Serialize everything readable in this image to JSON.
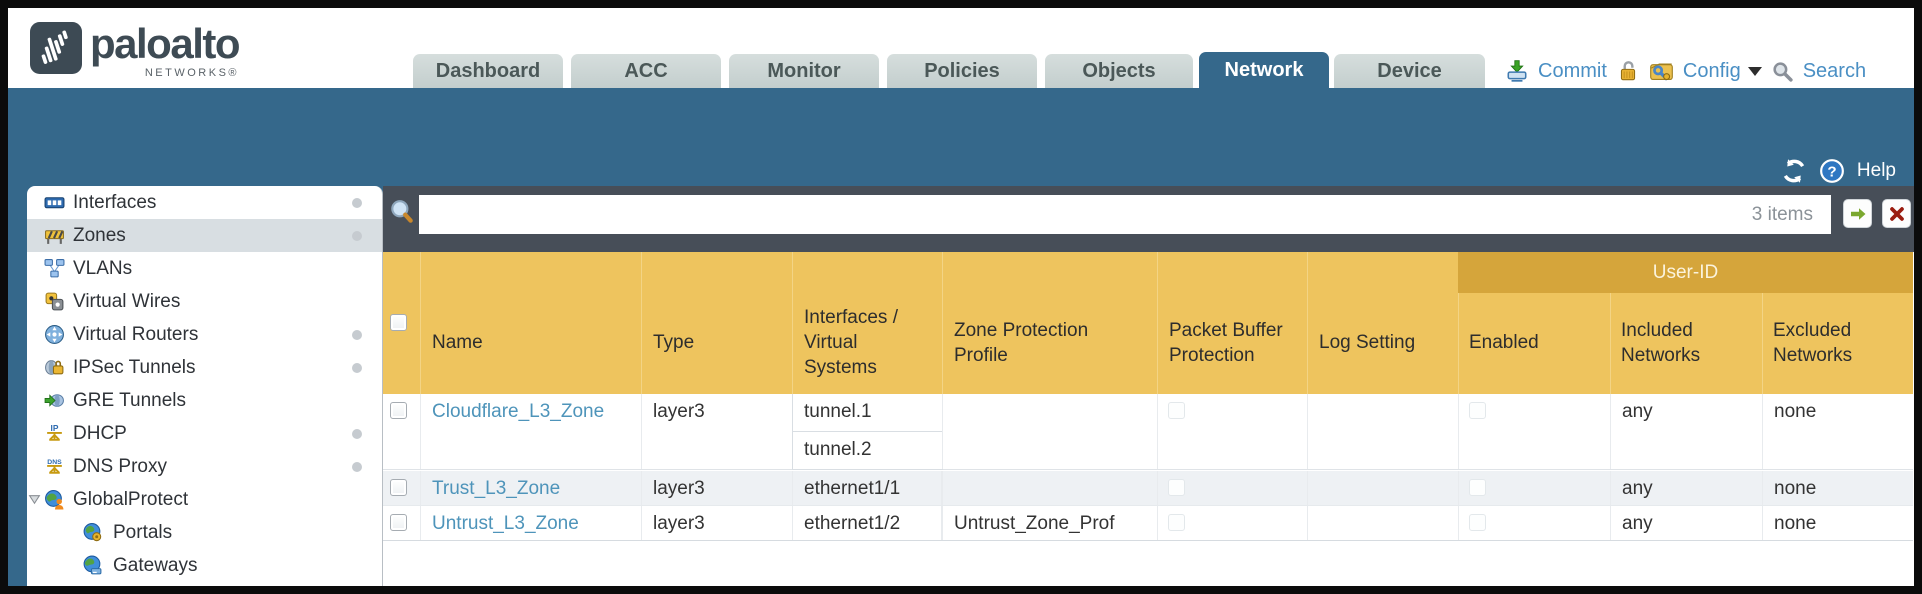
{
  "brand": {
    "name": "paloalto",
    "subtitle": "NETWORKS®"
  },
  "nav": {
    "active_tab": "Network",
    "tabs": [
      {
        "label": "Dashboard"
      },
      {
        "label": "ACC"
      },
      {
        "label": "Monitor"
      },
      {
        "label": "Policies"
      },
      {
        "label": "Objects"
      },
      {
        "label": "Network"
      },
      {
        "label": "Device"
      }
    ]
  },
  "toolbar": {
    "commit_label": "Commit",
    "config_label": "Config",
    "search_label": "Search"
  },
  "banner": {
    "help_label": "Help"
  },
  "sidebar": {
    "items": [
      {
        "label": "Interfaces",
        "icon": "interfaces-icon",
        "dot": true
      },
      {
        "label": "Zones",
        "icon": "zones-icon",
        "dot": true,
        "selected": true
      },
      {
        "label": "VLANs",
        "icon": "vlans-icon",
        "dot": false
      },
      {
        "label": "Virtual Wires",
        "icon": "virtual-wires-icon",
        "dot": false
      },
      {
        "label": "Virtual Routers",
        "icon": "virtual-routers-icon",
        "dot": true
      },
      {
        "label": "IPSec Tunnels",
        "icon": "ipsec-tunnels-icon",
        "dot": true
      },
      {
        "label": "GRE Tunnels",
        "icon": "gre-tunnels-icon",
        "dot": false
      },
      {
        "label": "DHCP",
        "icon": "dhcp-icon",
        "dot": true
      },
      {
        "label": "DNS Proxy",
        "icon": "dns-proxy-icon",
        "dot": true
      },
      {
        "label": "GlobalProtect",
        "icon": "globalprotect-icon",
        "dot": false,
        "expanded": true
      },
      {
        "label": "Portals",
        "icon": "portals-icon",
        "dot": false,
        "child": true
      },
      {
        "label": "Gateways",
        "icon": "gateways-icon",
        "dot": false,
        "child": true
      }
    ]
  },
  "filter": {
    "value": "",
    "items_count": "3 items"
  },
  "table": {
    "group_header": "User-ID",
    "columns": [
      "Name",
      "Type",
      "Interfaces / Virtual Systems",
      "Zone Protection Profile",
      "Packet Buffer Protection",
      "Log Setting",
      "Enabled",
      "Included Networks",
      "Excluded Networks"
    ],
    "rows": [
      {
        "name": "Cloudflare_L3_Zone",
        "type": "layer3",
        "interfaces": [
          "tunnel.1",
          "tunnel.2"
        ],
        "zone_protection_profile": "",
        "packet_buffer_protection": false,
        "log_setting": "",
        "enabled": false,
        "included_networks": "any",
        "excluded_networks": "none"
      },
      {
        "name": "Trust_L3_Zone",
        "type": "layer3",
        "interfaces": [
          "ethernet1/1"
        ],
        "zone_protection_profile": "",
        "packet_buffer_protection": false,
        "log_setting": "",
        "enabled": false,
        "included_networks": "any",
        "excluded_networks": "none"
      },
      {
        "name": "Untrust_L3_Zone",
        "type": "layer3",
        "interfaces": [
          "ethernet1/2"
        ],
        "zone_protection_profile": "Untrust_Zone_Prof",
        "packet_buffer_protection": false,
        "log_setting": "",
        "enabled": false,
        "included_networks": "any",
        "excluded_networks": "none"
      }
    ]
  },
  "colors": {
    "teal_band": "#35688B",
    "slate_search_bar": "#474E58",
    "header_orange": "#EEC45E",
    "user_id_band": "#D5A53B",
    "link_blue": "#4E94BA",
    "tab_inactive": "#C9D3D2",
    "selected_row": "#D8DEE2",
    "alt_row": "#EEF1F4",
    "toolbar_link_blue": "#4A8FC4"
  }
}
